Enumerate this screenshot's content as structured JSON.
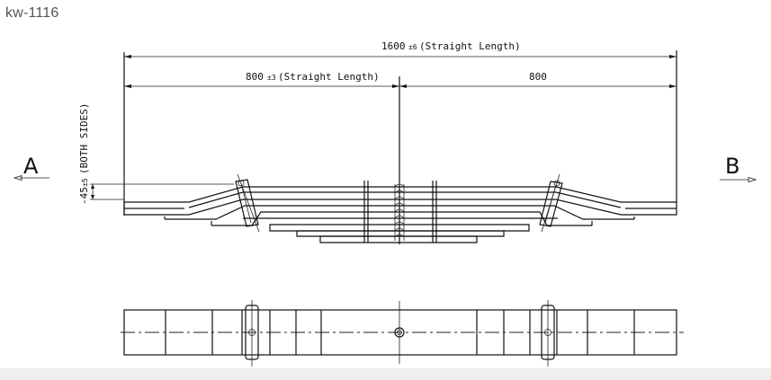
{
  "header": {
    "title": "kw-1116"
  },
  "drawing": {
    "subject": "leaf-spring",
    "dimensions": {
      "overall_value": "1600",
      "overall_tolerance": "±6",
      "overall_note": "(Straight Length)",
      "left_half_value": "800",
      "left_half_tolerance": "±3",
      "left_half_note": "(Straight Length)",
      "right_half_value": "800",
      "camber_value": "-45",
      "camber_tolerance": "±5",
      "camber_note": "(BOTH SIDES)"
    },
    "view_markers": {
      "left_label": "A",
      "right_label": "B"
    },
    "views": [
      "side-elevation",
      "plan-view"
    ],
    "line_color": "#111111",
    "background_color": "#ffffff"
  }
}
